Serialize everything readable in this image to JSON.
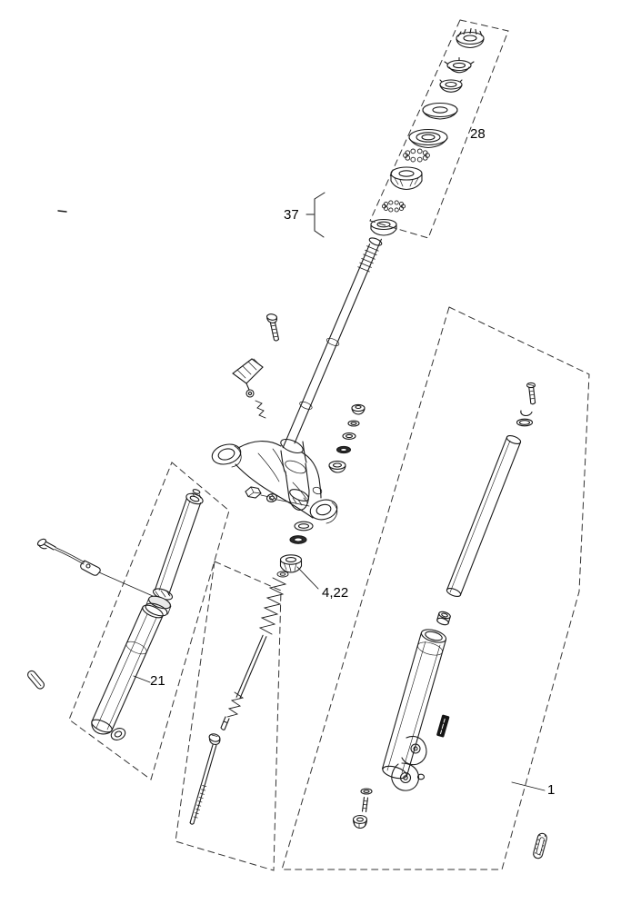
{
  "colors": {
    "background": "#ffffff",
    "line": "#1a1a1a",
    "dashed_outline": "#333333"
  },
  "part_labels": {
    "bearing_stack": "28",
    "steering_stem": "37",
    "seal_washer": "4,22",
    "left_fork_leg": "21",
    "fork_assembly": "1"
  }
}
